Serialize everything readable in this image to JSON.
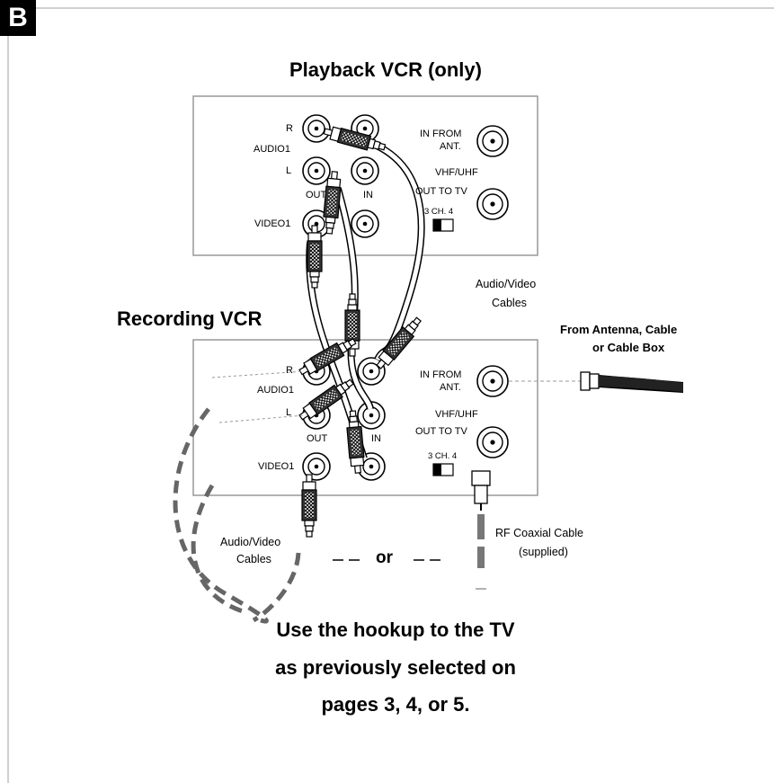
{
  "badge": "B",
  "playback": {
    "title": "Playback VCR (only)",
    "r": "R",
    "audio": "AUDIO1",
    "l": "L",
    "out": "OUT",
    "in": "IN",
    "video": "VIDEO1",
    "in_from": "IN FROM",
    "ant": "ANT.",
    "vhf": "VHF/UHF",
    "out_to_tv": "OUT TO TV",
    "ch": "3 CH. 4"
  },
  "recording": {
    "title": "Recording VCR",
    "r": "R",
    "audio": "AUDIO1",
    "l": "L",
    "out": "OUT",
    "in": "IN",
    "video": "VIDEO1",
    "in_from": "IN FROM",
    "ant": "ANT.",
    "vhf": "VHF/UHF",
    "out_to_tv": "OUT TO TV",
    "ch": "3 CH. 4"
  },
  "labels": {
    "av_cables_top_1": "Audio/Video",
    "av_cables_top_2": "Cables",
    "antenna_1": "From Antenna, Cable",
    "antenna_2": "or Cable Box",
    "av_cables_bottom_1": "Audio/Video",
    "av_cables_bottom_2": "Cables",
    "or": "or",
    "rf_1": "RF Coaxial Cable",
    "rf_2": "(supplied)"
  },
  "footer": {
    "line1": "Use the hookup to the TV",
    "line2": "as previously selected on",
    "line3": "pages 3, 4, or 5."
  }
}
